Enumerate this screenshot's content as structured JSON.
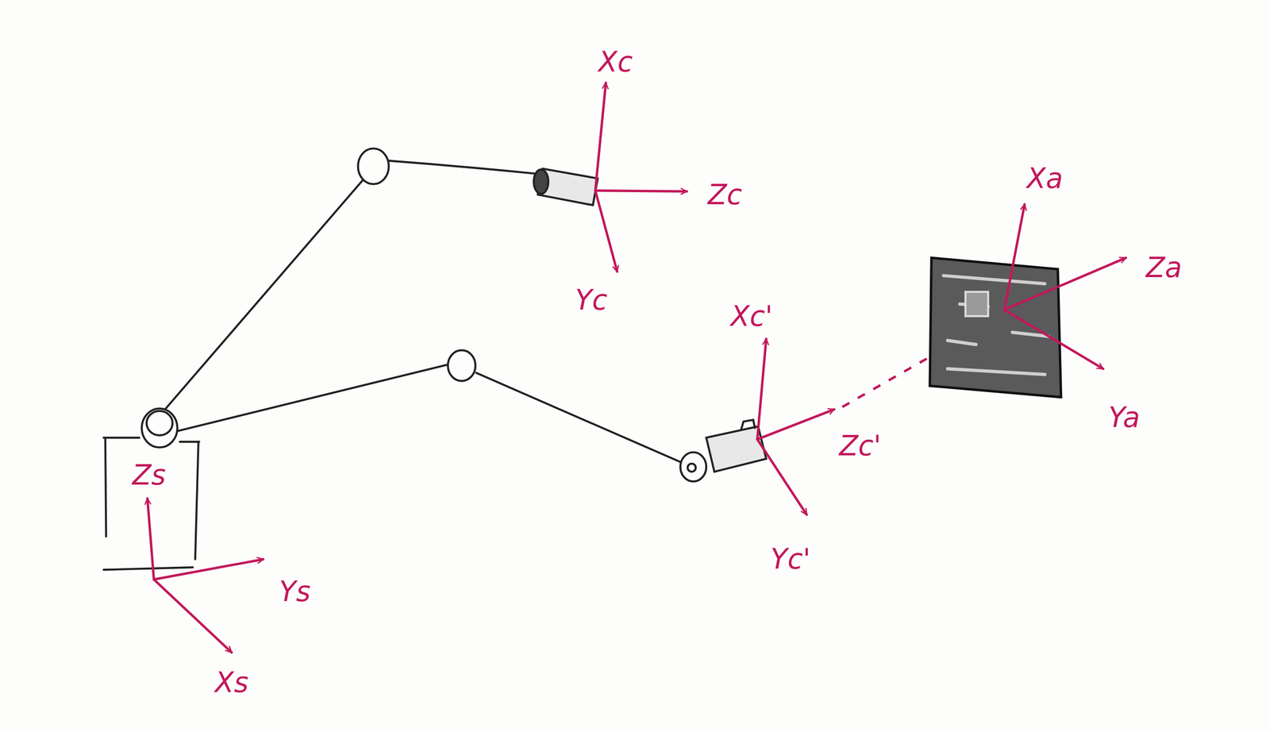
{
  "diagram": {
    "labels": [
      "Xc",
      "Zc",
      "Yc",
      "Xc'",
      "Zc'",
      "Yc'",
      "Xa",
      "Za",
      "Ya",
      "Zs",
      "Ys",
      "Xs"
    ]
  }
}
